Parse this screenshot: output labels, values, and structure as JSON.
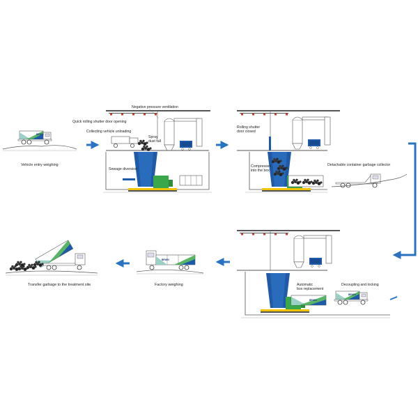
{
  "colors": {
    "blue": "#1e5aa8",
    "arrow": "#2a73c0",
    "green": "#3aa84a",
    "yellow": "#f2c400",
    "red": "#d23a2a",
    "teal": "#9bd0c6",
    "line": "#555555",
    "garbage": "#2a2a2a"
  },
  "brand_text": "BEWIN",
  "steps": {
    "s1": {
      "caption": "Vehicle entry weighing"
    },
    "s2": {
      "labels": {
        "negative_pressure": "Negative pressure ventilation",
        "shutter_open": "Quick rolling shutter door opening",
        "collecting": "Collecting vehicle unloading",
        "spray1": "Spray",
        "spray2": "dust fall",
        "sewage": "Sewage diversion"
      }
    },
    "s3": {
      "labels": {
        "shutter_closed1": "Rolling shutter",
        "shutter_closed2": "door closed",
        "compressed1": "Compressed",
        "compressed2": "into the box",
        "detachable": "Detachable container garbage collector"
      }
    },
    "s4": {
      "labels": {
        "auto1": "Automatic",
        "auto2": "box replacement",
        "decoupling": "Decoupling and locking"
      }
    },
    "s5": {
      "caption": "Factory weighing"
    },
    "s6": {
      "caption": "Transfer garbage to the treatment site"
    }
  }
}
